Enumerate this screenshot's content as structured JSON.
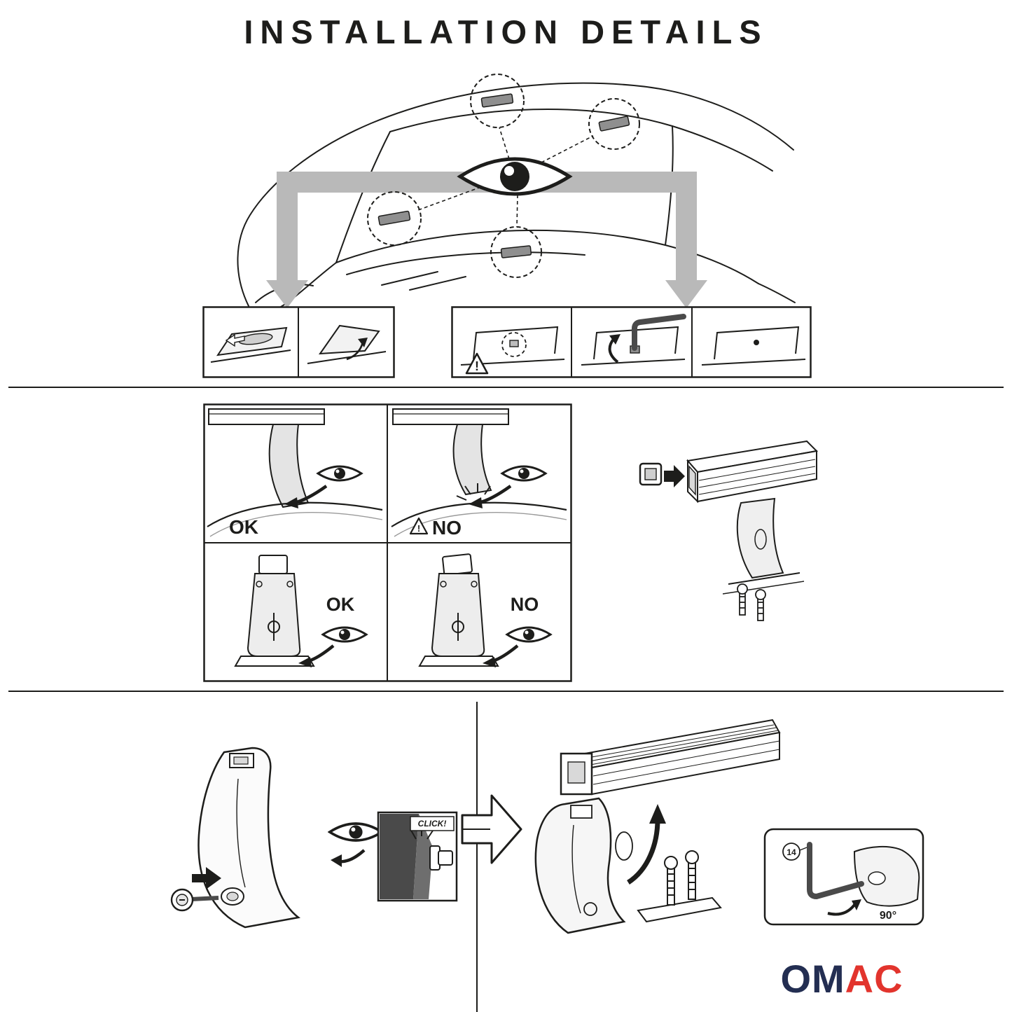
{
  "title": "INSTALLATION DETAILS",
  "colors": {
    "ink": "#1d1d1b",
    "band_gray": "#b9b9b9",
    "fill_light": "#ececec",
    "logo_navy": "#232e52",
    "logo_red": "#e2342d"
  },
  "inspection": {
    "warning_mark": "!"
  },
  "fit_grid": {
    "top_left_label": "OK",
    "top_right_label": "NO",
    "bottom_left_label": "OK",
    "bottom_right_label": "NO",
    "warning_mark": "!"
  },
  "lock_step": {
    "click_label": "CLICK!"
  },
  "torque_step": {
    "wrench_size": "14",
    "angle_label": "90°"
  },
  "logo": {
    "left": "OM",
    "right": "AC"
  }
}
